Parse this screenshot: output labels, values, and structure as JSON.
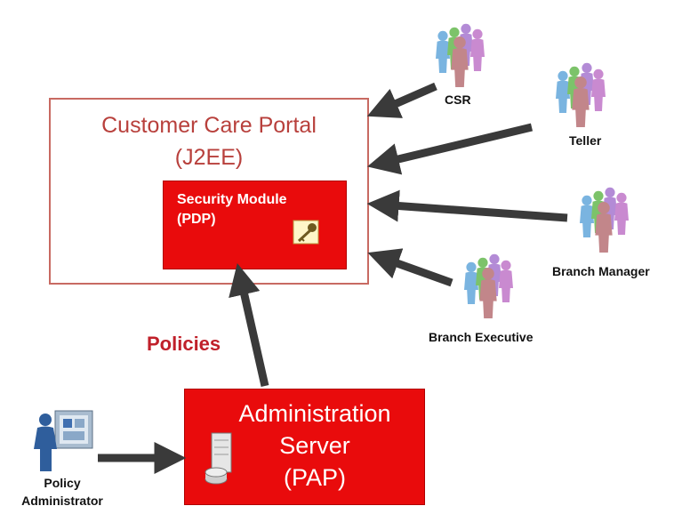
{
  "portal": {
    "title": "Customer Care Portal\n(J2EE)"
  },
  "security_module": {
    "label": "Security Module\n(PDP)",
    "icon": "key-icon"
  },
  "admin_server": {
    "label": "Administration\nServer\n(PAP)",
    "icon": "server-icon"
  },
  "policies_label": "Policies",
  "policy_admin_label": "Policy\nAdministrator",
  "roles": {
    "csr": "CSR",
    "teller": "Teller",
    "branch_manager": "Branch Manager",
    "branch_executive": "Branch Executive"
  },
  "colors": {
    "box_red": "#e90b0c",
    "portal_border": "#c86a62",
    "portal_text": "#b8403c",
    "policies_text": "#c0202a",
    "arrow": "#3a3a3a"
  }
}
